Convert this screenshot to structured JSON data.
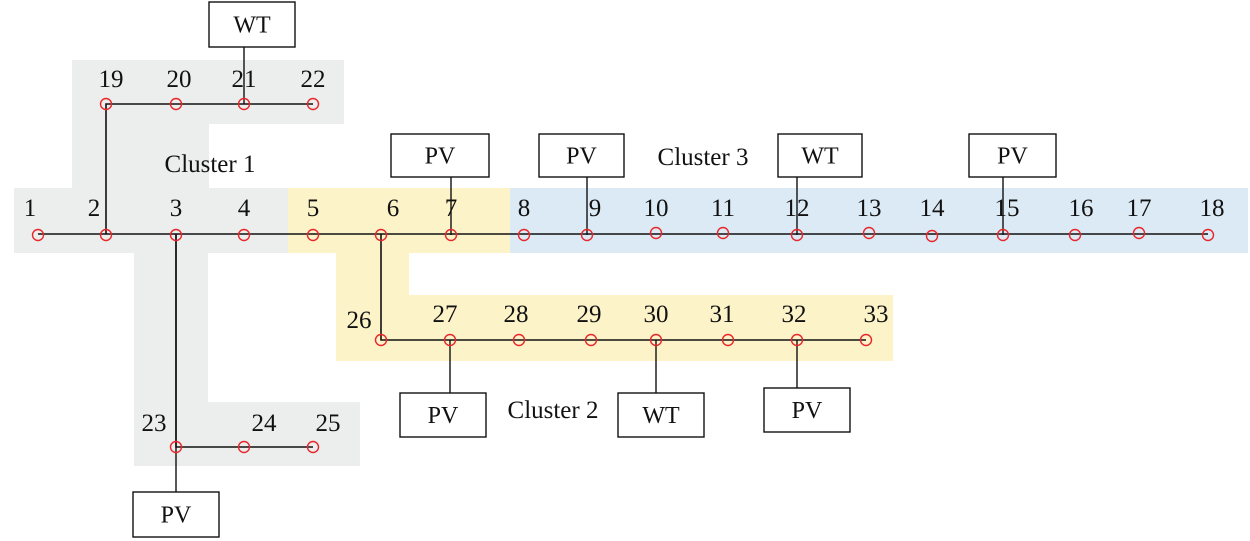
{
  "diagram": {
    "colors": {
      "cluster_1": "#eceded",
      "cluster_2": "#fdf3c9",
      "cluster_3": "#dceaf5",
      "node": "#e8262b",
      "line": "#111111"
    },
    "clusters": [
      {
        "id": "cluster-1",
        "label": "Cluster 1"
      },
      {
        "id": "cluster-2",
        "label": "Cluster 2"
      },
      {
        "id": "cluster-3",
        "label": "Cluster 3"
      }
    ],
    "nodes": [
      "1",
      "2",
      "3",
      "4",
      "5",
      "6",
      "7",
      "8",
      "9",
      "10",
      "11",
      "12",
      "13",
      "14",
      "15",
      "16",
      "17",
      "18",
      "19",
      "20",
      "21",
      "22",
      "23",
      "24",
      "25",
      "26",
      "27",
      "28",
      "29",
      "30",
      "31",
      "32",
      "33"
    ],
    "generators": [
      {
        "node": "21",
        "type": "WT"
      },
      {
        "node": "7",
        "type": "PV"
      },
      {
        "node": "9",
        "type": "PV"
      },
      {
        "node": "12",
        "type": "WT"
      },
      {
        "node": "15",
        "type": "PV"
      },
      {
        "node": "27",
        "type": "PV"
      },
      {
        "node": "30",
        "type": "WT"
      },
      {
        "node": "32",
        "type": "PV"
      },
      {
        "node": "3",
        "type": "PV"
      }
    ]
  }
}
